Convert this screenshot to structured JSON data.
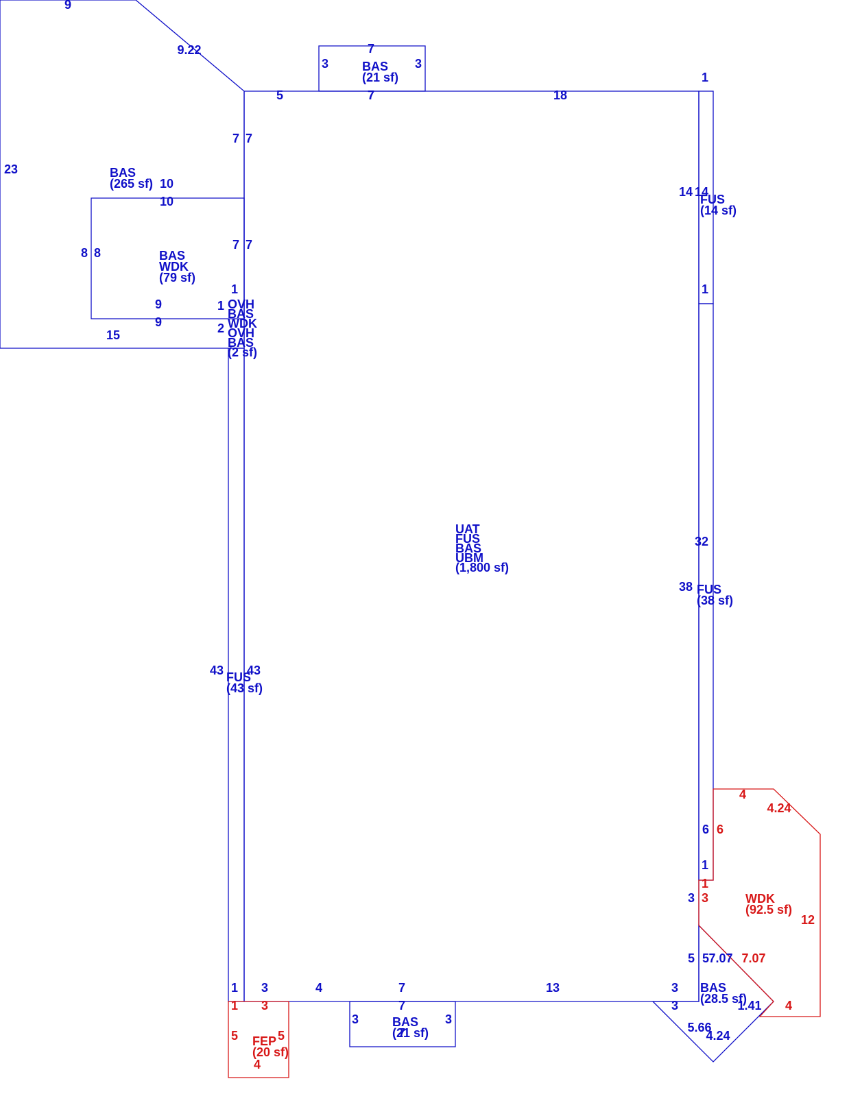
{
  "colors": {
    "blue": "#1010c8",
    "red": "#d81818"
  },
  "areas": [
    {
      "code": [
        "BAS"
      ],
      "area": "(265 sf)",
      "color": "blue"
    },
    {
      "code": [
        "BAS"
      ],
      "area": "(21 sf)",
      "color": "blue"
    },
    {
      "code": [
        "BAS",
        "WDK"
      ],
      "area": "(79 sf)",
      "color": "blue"
    },
    {
      "code": [
        "OVH",
        "BAS",
        "WDK",
        "OVH",
        "BAS"
      ],
      "area": "(2 sf)",
      "color": "blue"
    },
    {
      "code": [
        "FUS"
      ],
      "area": "(14 sf)",
      "color": "blue"
    },
    {
      "code": [
        "UAT",
        "FUS",
        "BAS",
        "UBM"
      ],
      "area": "(1,800 sf)",
      "color": "blue"
    },
    {
      "code": [
        "FUS"
      ],
      "area": "(38 sf)",
      "color": "blue"
    },
    {
      "code": [
        "FUS"
      ],
      "area": "(43 sf)",
      "color": "blue"
    },
    {
      "code": [
        "BAS"
      ],
      "area": "(21 sf)",
      "color": "blue"
    },
    {
      "code": [
        "BAS"
      ],
      "area": "(28.5 sf)",
      "color": "blue"
    },
    {
      "code": [
        "WDK"
      ],
      "area": "(92.5 sf)",
      "color": "red"
    },
    {
      "code": [
        "FEP"
      ],
      "area": "(20 sf)",
      "color": "red"
    }
  ],
  "dimensions": [
    {
      "text": "9",
      "color": "blue"
    },
    {
      "text": "9.22",
      "color": "blue"
    },
    {
      "text": "23",
      "color": "blue"
    },
    {
      "text": "10",
      "color": "blue"
    },
    {
      "text": "10",
      "color": "blue"
    },
    {
      "text": "8",
      "color": "blue"
    },
    {
      "text": "8",
      "color": "blue"
    },
    {
      "text": "9",
      "color": "blue"
    },
    {
      "text": "9",
      "color": "blue"
    },
    {
      "text": "15",
      "color": "blue"
    },
    {
      "text": "7",
      "color": "blue"
    },
    {
      "text": "7",
      "color": "blue"
    },
    {
      "text": "7",
      "color": "blue"
    },
    {
      "text": "7",
      "color": "blue"
    },
    {
      "text": "1",
      "color": "blue"
    },
    {
      "text": "1",
      "color": "blue"
    },
    {
      "text": "2",
      "color": "blue"
    },
    {
      "text": "7",
      "color": "blue"
    },
    {
      "text": "3",
      "color": "blue"
    },
    {
      "text": "3",
      "color": "blue"
    },
    {
      "text": "7",
      "color": "blue"
    },
    {
      "text": "5",
      "color": "blue"
    },
    {
      "text": "7",
      "color": "blue"
    },
    {
      "text": "18",
      "color": "blue"
    },
    {
      "text": "1",
      "color": "blue"
    },
    {
      "text": "14",
      "color": "blue"
    },
    {
      "text": "14",
      "color": "blue"
    },
    {
      "text": "1",
      "color": "blue"
    },
    {
      "text": "32",
      "color": "blue"
    },
    {
      "text": "38",
      "color": "blue"
    },
    {
      "text": "43",
      "color": "blue"
    },
    {
      "text": "43",
      "color": "blue"
    },
    {
      "text": "6",
      "color": "blue"
    },
    {
      "text": "1",
      "color": "blue"
    },
    {
      "text": "3",
      "color": "blue"
    },
    {
      "text": "5",
      "color": "blue"
    },
    {
      "text": "5",
      "color": "blue"
    },
    {
      "text": "7.07",
      "color": "blue"
    },
    {
      "text": "1",
      "color": "blue"
    },
    {
      "text": "3",
      "color": "blue"
    },
    {
      "text": "4",
      "color": "blue"
    },
    {
      "text": "7",
      "color": "blue"
    },
    {
      "text": "13",
      "color": "blue"
    },
    {
      "text": "3",
      "color": "blue"
    },
    {
      "text": "3",
      "color": "blue"
    },
    {
      "text": "1.41",
      "color": "blue"
    },
    {
      "text": "5.66",
      "color": "blue"
    },
    {
      "text": "4.24",
      "color": "blue"
    },
    {
      "text": "7",
      "color": "blue"
    },
    {
      "text": "3",
      "color": "blue"
    },
    {
      "text": "3",
      "color": "blue"
    },
    {
      "text": "7",
      "color": "blue"
    },
    {
      "text": "4",
      "color": "red"
    },
    {
      "text": "4.24",
      "color": "red"
    },
    {
      "text": "6",
      "color": "red"
    },
    {
      "text": "1",
      "color": "red"
    },
    {
      "text": "3",
      "color": "red"
    },
    {
      "text": "12",
      "color": "red"
    },
    {
      "text": "7.07",
      "color": "red"
    },
    {
      "text": "4",
      "color": "red"
    },
    {
      "text": "1",
      "color": "red"
    },
    {
      "text": "3",
      "color": "red"
    },
    {
      "text": "5",
      "color": "red"
    },
    {
      "text": "5",
      "color": "red"
    },
    {
      "text": "4",
      "color": "red"
    }
  ]
}
